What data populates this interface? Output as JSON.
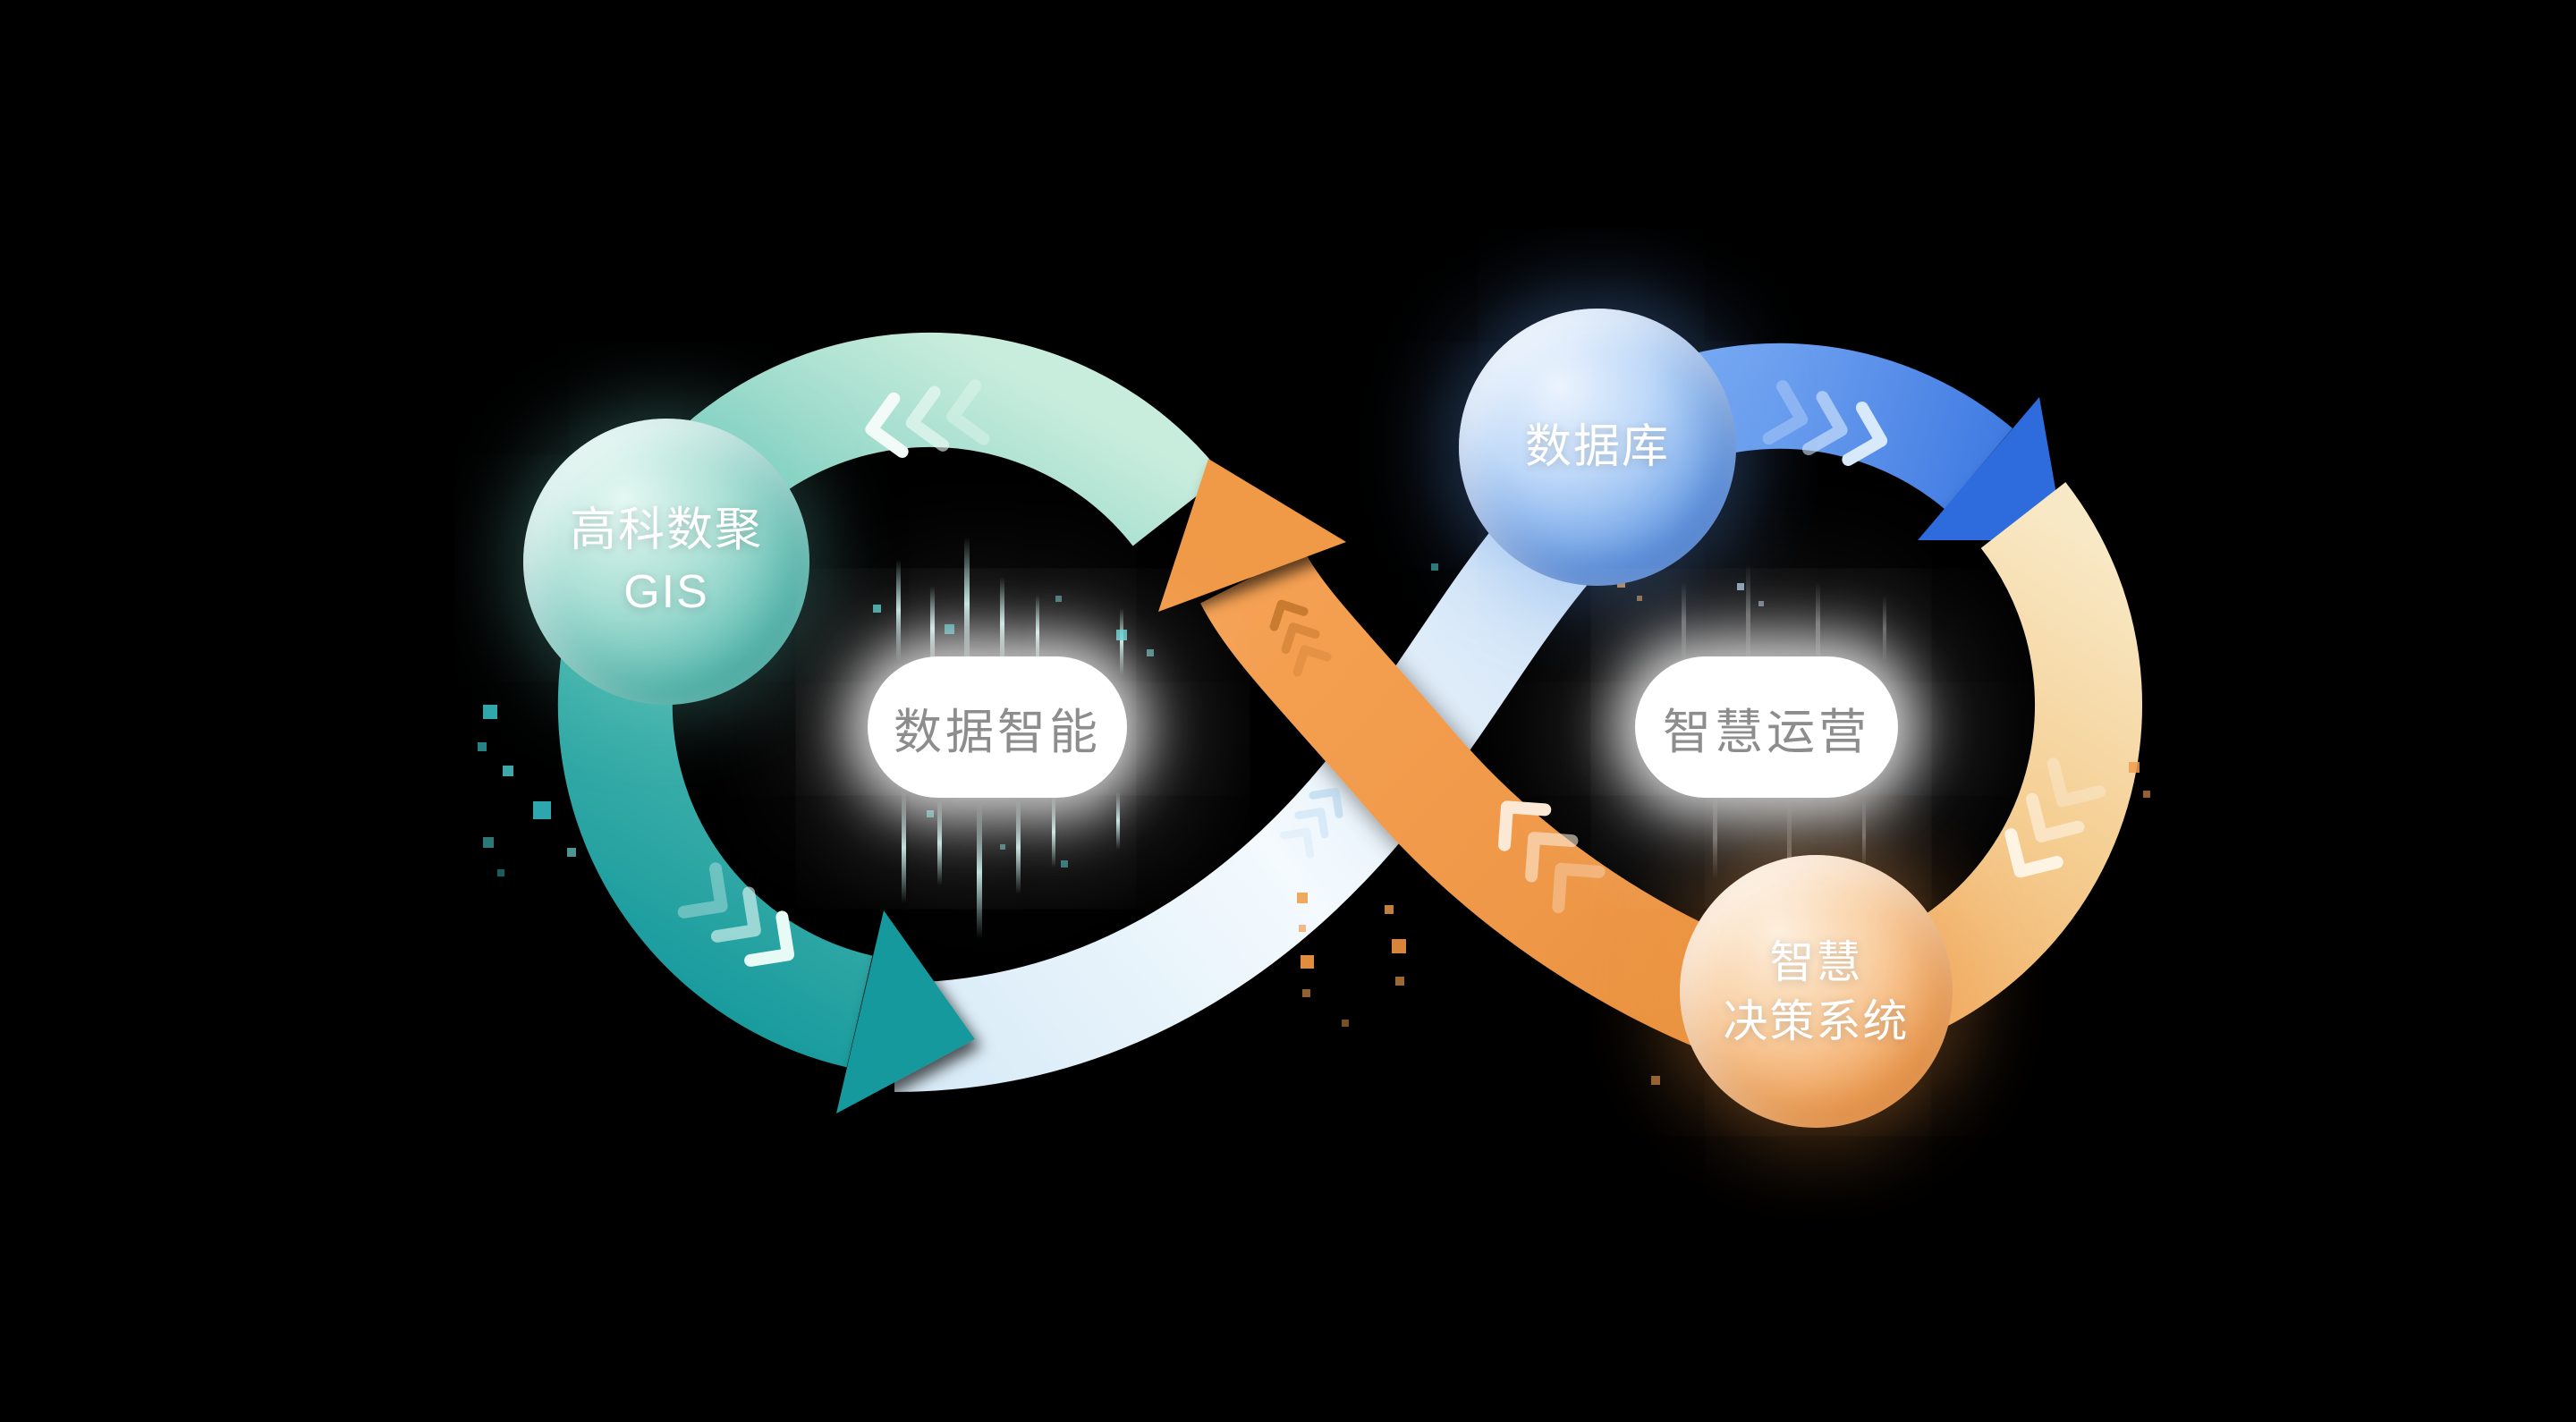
{
  "diagram": {
    "type": "infinity-loop",
    "nodes": [
      {
        "id": "gis",
        "line1": "高科数聚",
        "line2": "GIS",
        "color": "#4CB2A8"
      },
      {
        "id": "database",
        "line1": "数据库",
        "line2": "",
        "color": "#4C89DE"
      },
      {
        "id": "decision",
        "line1": "智慧",
        "line2": "决策系统",
        "color": "#ED9143"
      }
    ],
    "loop_labels": [
      {
        "id": "left",
        "text": "数据智能"
      },
      {
        "id": "right",
        "text": "智慧运营"
      }
    ],
    "colors": {
      "background": "#000000",
      "teal_deep": "#17999C",
      "mint": "#AEE2D2",
      "pale_blue": "#E6F2FB",
      "blue": "#2E6CDD",
      "cream": "#F7E7C4",
      "orange": "#F09946",
      "pill_text": "#8D8D8D",
      "node_text": "#FFFFFF"
    }
  }
}
